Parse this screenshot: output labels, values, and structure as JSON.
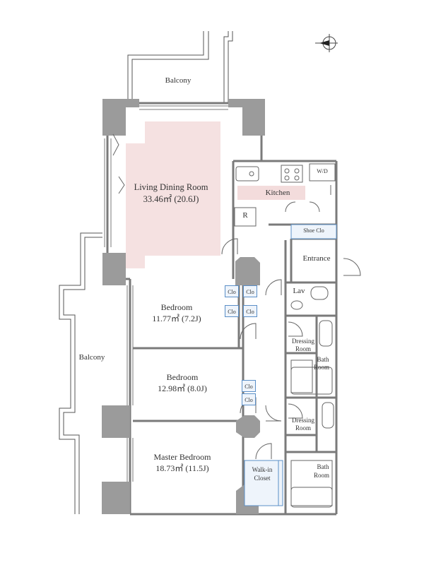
{
  "compass": {
    "label": "N"
  },
  "rooms": {
    "balcony_top": "Balcony",
    "balcony_left": "Balcony",
    "living": {
      "name": "Living Dining Room",
      "area": "33.46㎡ (20.6J)"
    },
    "kitchen": "Kitchen",
    "wd": "W/D",
    "refrigerator": "R",
    "shoe_clo": "Shoe Clo",
    "entrance": "Entrance",
    "lav": "Lav",
    "bedroom1": {
      "name": "Bedroom",
      "area": "11.77㎡ (7.2J)"
    },
    "bedroom2": {
      "name": "Bedroom",
      "area": "12.98㎡ (8.0J)"
    },
    "master": {
      "name": "Master Bedroom",
      "area": "18.73㎡ (11.5J)"
    },
    "walkin": {
      "line1": "Walk-in",
      "line2": "Closet"
    },
    "dressing1": {
      "line1": "Dressing",
      "line2": "Room"
    },
    "bath1": {
      "line1": "Bath",
      "line2": "Room"
    },
    "dressing2": {
      "line1": "Dressing",
      "line2": "Room"
    },
    "bath2": {
      "line1": "Bath",
      "line2": "Room"
    }
  },
  "closets": [
    "Clo",
    "Clo",
    "Clo",
    "Clo",
    "Clo",
    "Clo"
  ],
  "colors": {
    "wall": "#7a7a7a",
    "column": "#9b9b9b",
    "living_fill": "#f5e1e1",
    "kitchen_fill": "#f3dcdc",
    "closet_stroke": "#5b8fc7",
    "closet_fill": "#eef4fb"
  }
}
